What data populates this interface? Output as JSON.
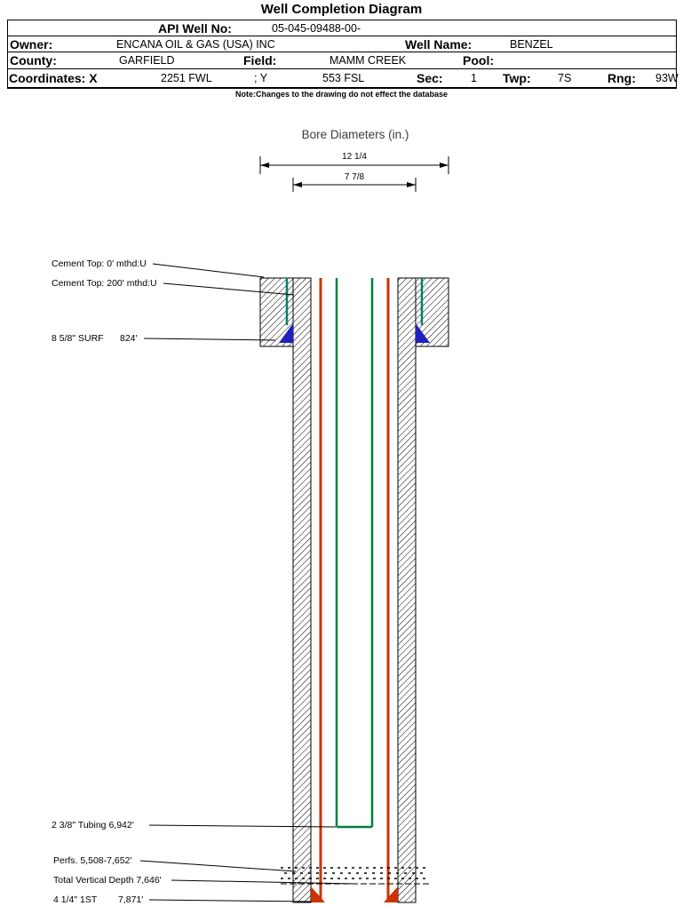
{
  "title": "Well Completion Diagram",
  "header": {
    "api_label": "API Well No:",
    "api_value": "05-045-09488-00-",
    "owner_label": "Owner:",
    "owner_value": "ENCANA OIL & GAS (USA) INC",
    "well_name_label": "Well Name:",
    "well_name_value": "BENZEL",
    "county_label": "County:",
    "county_value": "GARFIELD",
    "field_label": "Field:",
    "field_value": "MAMM CREEK",
    "pool_label": "Pool:",
    "pool_value": "",
    "coords_label": "Coordinates: X",
    "coords_x_value": "2251 FWL",
    "coords_y_label": "; Y",
    "coords_y_value": "553 FSL",
    "sec_label": "Sec:",
    "sec_value": "1",
    "twp_label": "Twp:",
    "twp_value": "7S",
    "rng_label": "Rng:",
    "rng_value": "93W"
  },
  "note": "Note:Changes to the drawing do not effect the database",
  "bore": {
    "title": "Bore Diameters (in.)",
    "dim1": "12 1/4",
    "dim2": "7 7/8"
  },
  "annotations": {
    "cement_top_0": "Cement Top: 0' mthd:U",
    "cement_top_200": "Cement Top: 200' mthd:U",
    "surf_size": "8 5/8\" SURF",
    "surf_depth": "824'",
    "tubing": "2 3/8\" Tubing 6,942'",
    "perfs": "Perfs. 5,508-7,652'",
    "tvd": "Total Vertical Depth 7,646'",
    "liner_size": "4 1/4\" 1ST",
    "liner_depth": "7,871'"
  },
  "colors": {
    "casing": "#cc3300",
    "tubing": "#008040",
    "surface_casing": "#008066",
    "shoe": "#2020c0"
  }
}
